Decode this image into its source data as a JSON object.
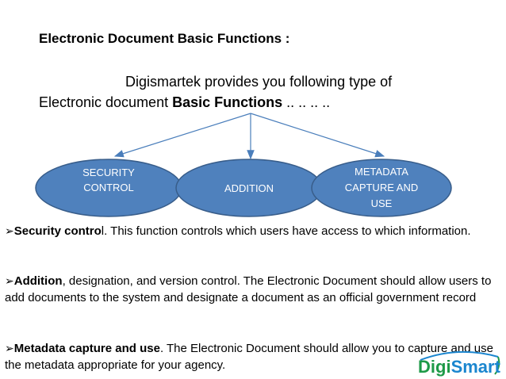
{
  "heading": "Electronic Document Basic Functions :",
  "intro": {
    "line1": "Digismartek provides you following type of",
    "line2_plain": "Electronic document ",
    "line2_bold": "Basic Functions",
    "line2_trail": " .. .. .. .."
  },
  "diagram": {
    "nodes": [
      {
        "line1": "SECURITY",
        "line2": "CONTROL",
        "line3": ""
      },
      {
        "line1": "ADDITION",
        "line2": "",
        "line3": ""
      },
      {
        "line1": "METADATA",
        "line2": "CAPTURE AND",
        "line3": "USE"
      }
    ],
    "ellipse_color": "#4f81bd",
    "ellipse_border": "#385d8a",
    "arrow_color": "#4a7ebb"
  },
  "paragraphs": [
    {
      "bullet": "➢",
      "bold": "Security contro",
      "text": "l. This function controls which users have access to which information."
    },
    {
      "bullet": "➢",
      "bold": "Addition",
      "text": ", designation, and version control. The Electronic Document  should allow users to add documents to the system and designate a document as an official government record"
    },
    {
      "bullet": "➢",
      "bold": "Metadata capture and use",
      "text": ". The Electronic Document  should allow you to capture and use the metadata appropriate for your agency."
    }
  ],
  "logo": {
    "part1": "Digi",
    "part2": "Smart"
  }
}
